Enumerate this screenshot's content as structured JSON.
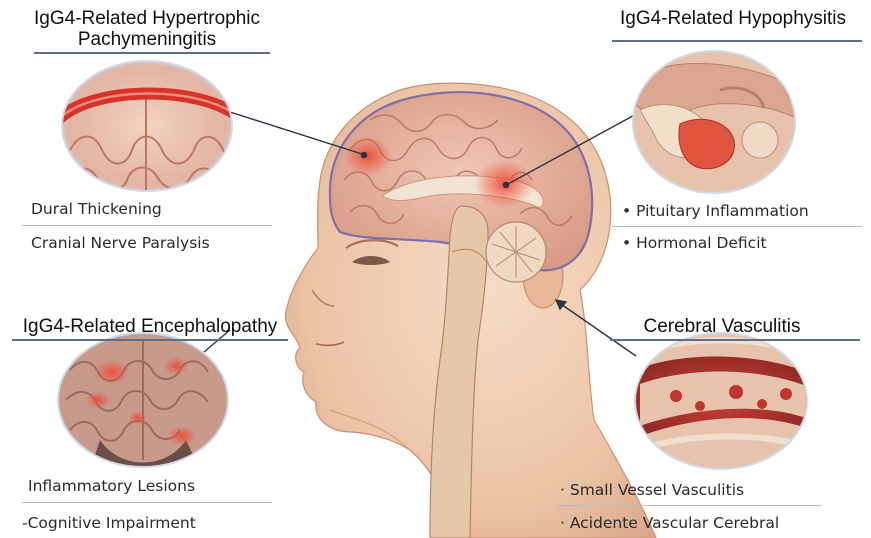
{
  "panels": {
    "pachymeningitis": {
      "title_line1": "IgG4-Related Hypertrophic",
      "title_line2": "Pachymeningitis",
      "items": [
        "Dural Thickening",
        "Cranial Nerve Paralysis"
      ]
    },
    "hypophysitis": {
      "title": "IgG4-Related Hypophysitis",
      "items": [
        "• Pituitary Inflammation",
        "• Hormonal Deficit"
      ]
    },
    "encephalopathy": {
      "title": "IgG4-Related Encephalopathy",
      "items": [
        "Inflammatory Lesions",
        "-Cognitive Impairment"
      ]
    },
    "vasculitis": {
      "title": "Cerebral Vasculitis",
      "items": [
        "· Small Vessel Vasculitis",
        "· Acidente Vascular Cerebral"
      ]
    }
  },
  "colors": {
    "skin": "#f1cdb0",
    "brain": "#e8b9a4",
    "inflammation": "#e8553f",
    "dura": "#d8332a",
    "rule": "#5c6f86",
    "leader": "#2b3440"
  }
}
